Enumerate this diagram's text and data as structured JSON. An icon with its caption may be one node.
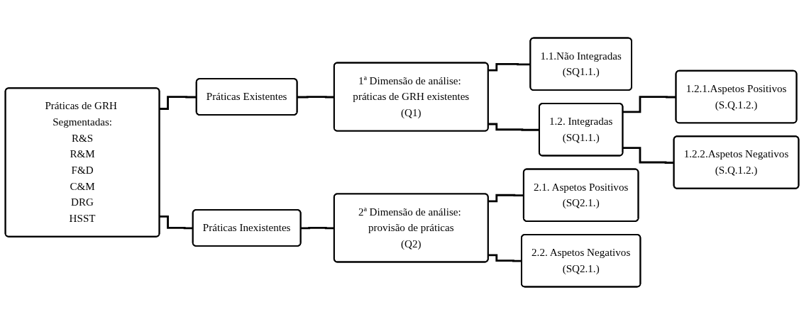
{
  "diagram": {
    "nodes": [
      {
        "text": [
          "Práticas de GRH Segmentadas:",
          "R&S",
          "R&M",
          "F&D",
          "C&M",
          "DRG",
          "HSST"
        ]
      },
      {
        "text": [
          "Práticas Existentes"
        ]
      },
      {
        "text": [
          "Práticas Inexistentes"
        ]
      },
      {
        "text": [
          "1ª Dimensão de análise: práticas de GRH existentes",
          "(Q1)"
        ]
      },
      {
        "text": [
          "2ª Dimensão de análise: provisão de práticas",
          "(Q2)"
        ]
      },
      {
        "text": [
          "1.1.Não Integradas",
          "(SQ1.1.)"
        ]
      },
      {
        "text": [
          "1.2. Integradas",
          "(SQ1.1.)"
        ]
      },
      {
        "text": [
          "2.1. Aspetos Positivos",
          "(SQ2.1.)"
        ]
      },
      {
        "text": [
          "2.2. Aspetos Negativos",
          "(SQ2.1.)"
        ]
      },
      {
        "text": [
          "1.2.1.Aspetos Positivos",
          "(S.Q.1.2.)"
        ]
      },
      {
        "text": [
          "1.2.2.Aspetos Negativos",
          "(S.Q.1.2.)"
        ]
      }
    ],
    "edges": [
      {
        "from": 0,
        "to": 1,
        "arrow": "none"
      },
      {
        "from": 0,
        "to": 2,
        "arrow": "none"
      },
      {
        "from": 1,
        "to": 3,
        "arrow": "none"
      },
      {
        "from": 2,
        "to": 4,
        "arrow": "none"
      },
      {
        "from": 3,
        "to": 5,
        "arrow": "none"
      },
      {
        "from": 3,
        "to": 6,
        "arrow": "none"
      },
      {
        "from": 4,
        "to": 7,
        "arrow": "none"
      },
      {
        "from": 4,
        "to": 8,
        "arrow": "none"
      },
      {
        "from": 6,
        "to": 9,
        "arrow": "none"
      },
      {
        "from": 6,
        "to": 10,
        "arrow": "none"
      }
    ]
  }
}
